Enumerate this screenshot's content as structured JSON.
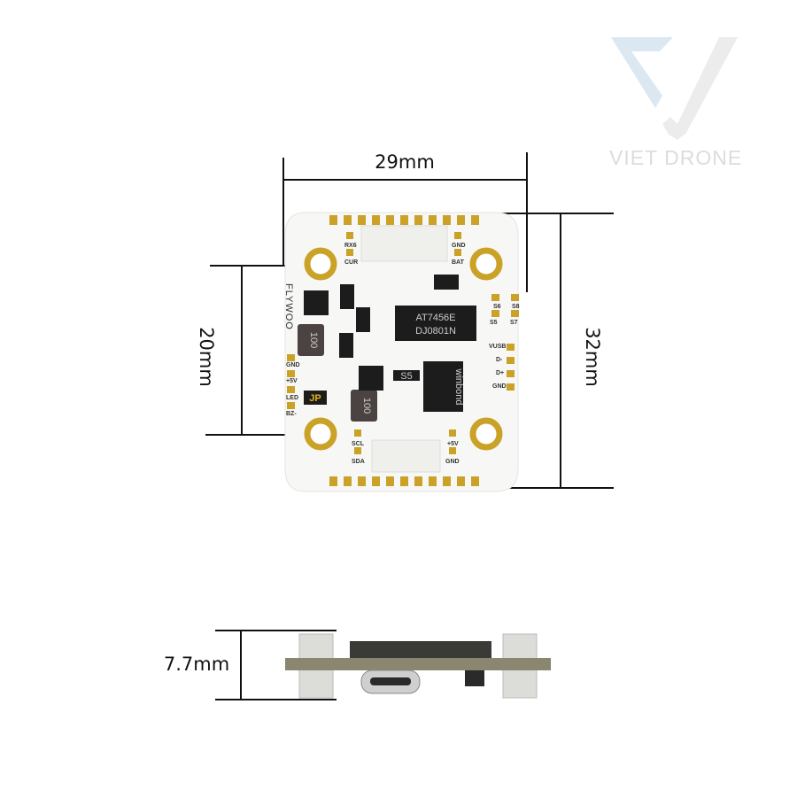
{
  "watermark": {
    "brand": "VIET DRONE",
    "colors": {
      "light_blue": "#dbe8f2",
      "light_gray": "#ececec"
    }
  },
  "dimensions": {
    "width": "29mm",
    "height": "32mm",
    "mount_spacing": "20mm",
    "thickness": "7.7mm"
  },
  "board": {
    "brand_text": "FLYWOO",
    "chip_main": [
      "AT7456E",
      "DJ0801N"
    ],
    "chip_flash": "winbond",
    "inductor_label": "100",
    "jumper_label": "JP",
    "diode_label": "S5",
    "pads_left": [
      "GND",
      "+5V",
      "LED",
      "BZ-"
    ],
    "pads_top": [
      "RX6",
      "CUR",
      "GND",
      "BAT"
    ],
    "pads_right": [
      "S6",
      "S8",
      "S5",
      "S7",
      "VUSB",
      "D-",
      "D+",
      "GND"
    ],
    "pads_bottom": [
      "SCL",
      "SDA",
      "+5V",
      "GND"
    ]
  },
  "colors": {
    "board": "#f7f7f5",
    "gold": "#c9a227",
    "chip": "#1c1c1c",
    "line": "#111111"
  }
}
